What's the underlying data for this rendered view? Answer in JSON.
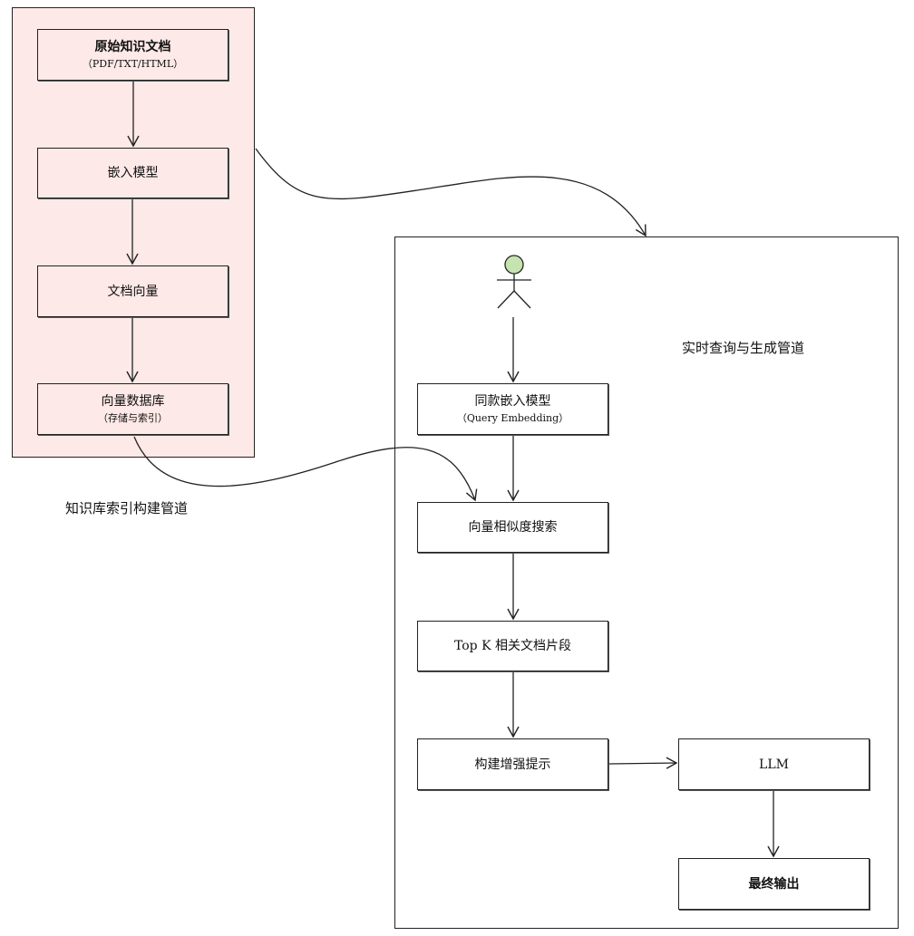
{
  "index_pipeline": {
    "label": "知识库索引构建管道",
    "nodes": [
      {
        "title": "原始知识文档",
        "sub": "（PDF/TXT/HTML）"
      },
      {
        "title": "嵌入模型",
        "sub": ""
      },
      {
        "title": "文档向量",
        "sub": ""
      },
      {
        "title": "向量数据库",
        "sub": "（存储与索引）"
      }
    ]
  },
  "query_pipeline": {
    "label": "实时查询与生成管道",
    "nodes": [
      {
        "title": "同款嵌入模型",
        "sub": "（Query Embedding）"
      },
      {
        "title": "向量相似度搜索",
        "sub": ""
      },
      {
        "title": "Top K 相关文档片段",
        "sub": ""
      },
      {
        "title": "构建增强提示",
        "sub": ""
      },
      {
        "title": "LLM",
        "sub": ""
      },
      {
        "title": "最终输出",
        "sub": ""
      }
    ]
  },
  "colors": {
    "index_fill": "#fde9e7",
    "actor_head": "#c6e3b0",
    "stroke": "#222222"
  },
  "icons": {
    "user": "actor-stick-figure-icon"
  }
}
